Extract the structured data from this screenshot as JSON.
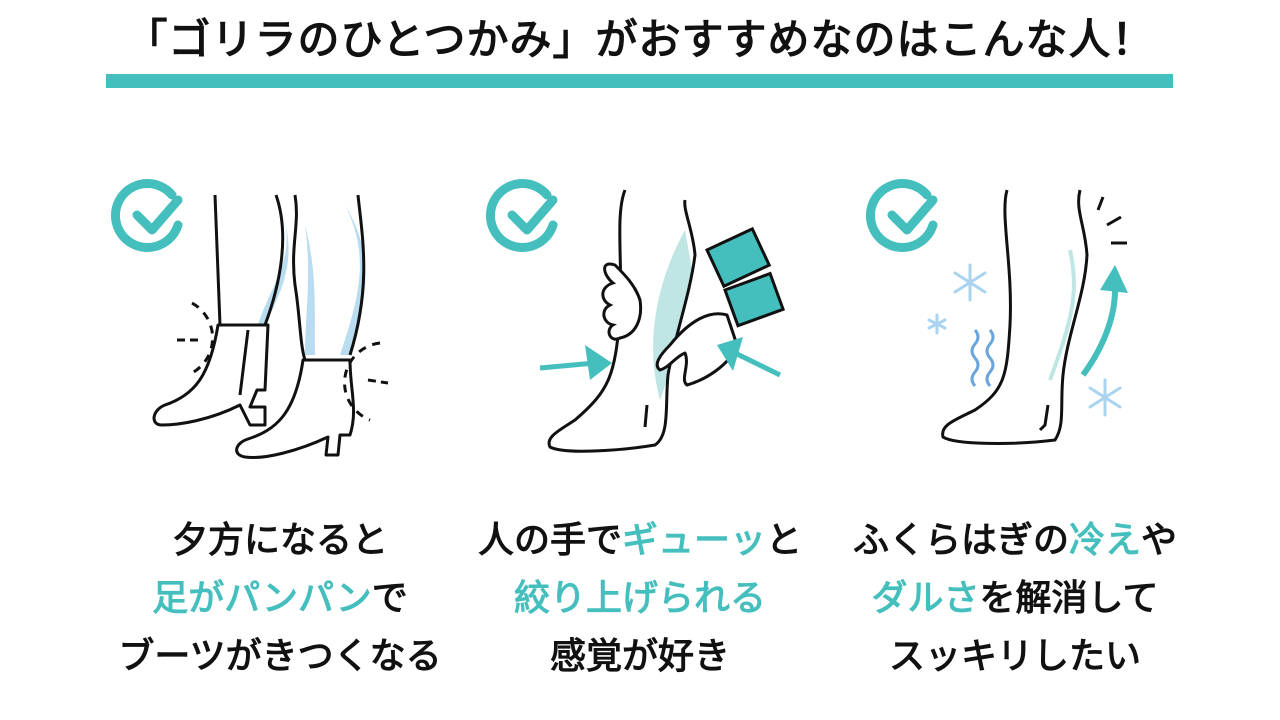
{
  "title": {
    "text": "「ゴリラのひとつかみ」がおすすめなのはこんな人！",
    "underline_color": "#45bfbd"
  },
  "colors": {
    "accent": "#45bfbd",
    "text": "#111111",
    "light_blue": "#b9dcf0",
    "snow_blue": "#a9d3ef",
    "wave_blue": "#6aa6dc"
  },
  "panels": [
    {
      "icon": "check-circle-icon",
      "illustration": "swollen-legs-in-boots",
      "caption": [
        [
          {
            "text": "夕方になると",
            "hl": false
          }
        ],
        [
          {
            "text": "足がパンパン",
            "hl": true
          },
          {
            "text": "で",
            "hl": false
          }
        ],
        [
          {
            "text": "ブーツがきつくなる",
            "hl": false
          }
        ]
      ]
    },
    {
      "icon": "check-circle-icon",
      "illustration": "hands-squeezing-calf",
      "caption": [
        [
          {
            "text": "人の手で",
            "hl": false
          },
          {
            "text": "ギューッ",
            "hl": true
          },
          {
            "text": "と",
            "hl": false
          }
        ],
        [
          {
            "text": "絞り上げられる",
            "hl": true
          }
        ],
        [
          {
            "text": "感覚が好き",
            "hl": false
          }
        ]
      ]
    },
    {
      "icon": "check-circle-icon",
      "illustration": "cold-tired-leg",
      "caption": [
        [
          {
            "text": "ふくらはぎの",
            "hl": false
          },
          {
            "text": "冷え",
            "hl": true
          },
          {
            "text": "や",
            "hl": false
          }
        ],
        [
          {
            "text": "ダルさ",
            "hl": true
          },
          {
            "text": "を解消して",
            "hl": false
          }
        ],
        [
          {
            "text": "スッキリしたい",
            "hl": false
          }
        ]
      ]
    }
  ]
}
